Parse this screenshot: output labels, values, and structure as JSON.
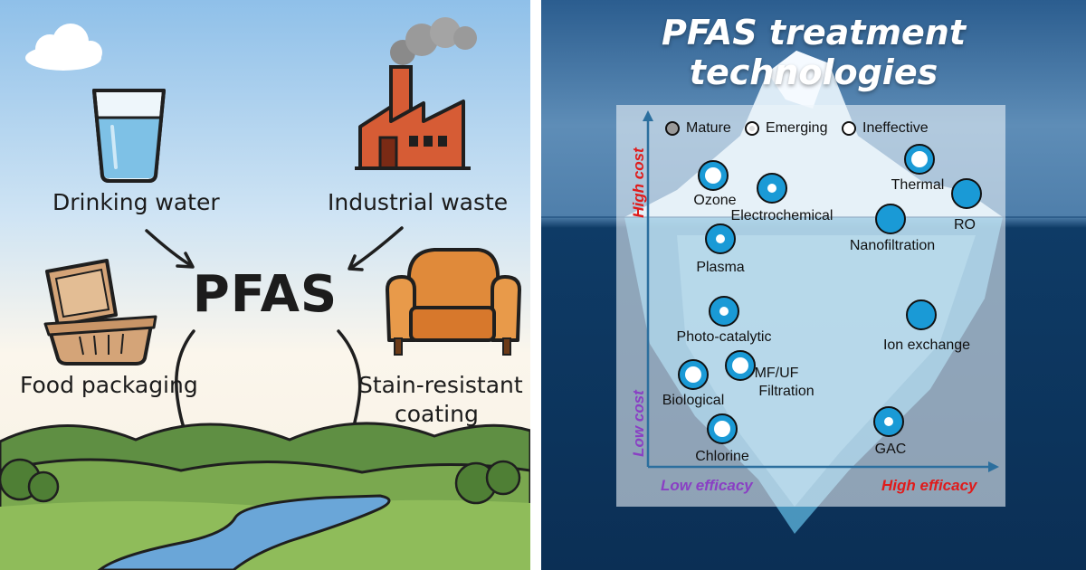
{
  "left": {
    "center_label": "PFAS",
    "sources": {
      "drinking_water": "Drinking water",
      "industrial_waste": "Industrial waste",
      "food_packaging": "Food packaging",
      "stain_resistant_line1": "Stain-resistant",
      "stain_resistant_line2": "coating"
    }
  },
  "right": {
    "title": "PFAS treatment technologies",
    "legend": [
      "Mature",
      "Emerging",
      "Ineffective"
    ],
    "axes": {
      "y_high": "High cost",
      "y_low": "Low cost",
      "x_low": "Low efficacy",
      "x_high": "High efficacy"
    },
    "technologies": [
      {
        "name": "Ozone",
        "status": "Ineffective"
      },
      {
        "name": "Electrochemical",
        "status": "Emerging"
      },
      {
        "name": "Thermal",
        "status": "Ineffective"
      },
      {
        "name": "RO",
        "status": "Mature"
      },
      {
        "name": "Nanofiltration",
        "status": "Mature"
      },
      {
        "name": "Plasma",
        "status": "Emerging"
      },
      {
        "name": "Photo-catalytic",
        "status": "Emerging"
      },
      {
        "name": "Ion exchange",
        "status": "Mature"
      },
      {
        "name": "Biological",
        "status": "Ineffective"
      },
      {
        "name": "MF/UF",
        "status": "Ineffective"
      },
      {
        "name": "Filtration",
        "status": ""
      },
      {
        "name": "Chlorine",
        "status": "Ineffective"
      },
      {
        "name": "GAC",
        "status": "Emerging"
      }
    ],
    "colors": {
      "dot_blue": "#1a9ad6",
      "high_cost_red": "#e01b1b",
      "low_cost_purple": "#8a3fc4",
      "axis_blue": "#2c6f9e"
    }
  }
}
